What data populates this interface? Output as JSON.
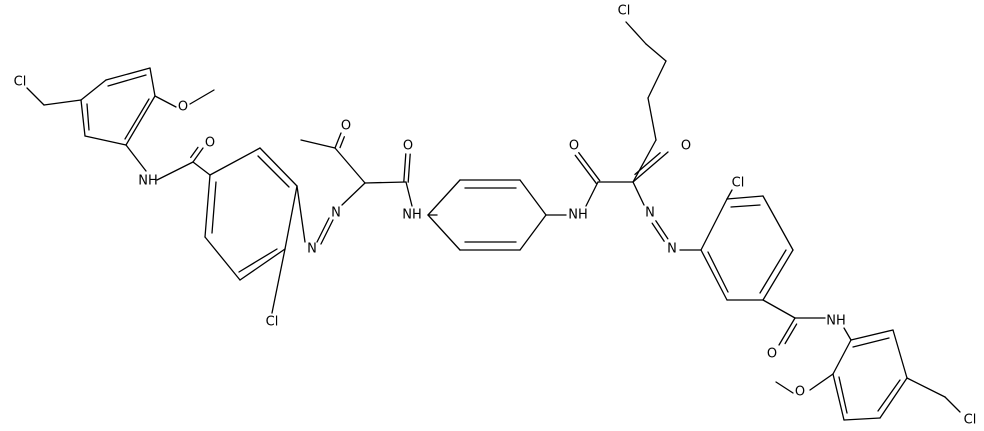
{
  "molecule": {
    "atom_labels": {
      "cl_chloromethyl_left": "Cl",
      "o_methoxy_left": "O",
      "o_amide_left": "O",
      "nh_amide_left": "NH",
      "cl_ring_left": "Cl",
      "n_azo_left": "N",
      "n_azo_left_2": "N",
      "o_acetyl": "O",
      "o_amide_center_left": "O",
      "nh_center_left": "NH",
      "nh_center_right": "NH",
      "o_amide_center_right": "O",
      "o_keto_right": "O",
      "cl_chain": "Cl",
      "n_azo_right": "N",
      "n_azo_right_2": "N",
      "cl_ring_right": "Cl",
      "o_amide_right": "O",
      "nh_amide_right": "NH",
      "o_methoxy_right": "O",
      "cl_chloromethyl_right": "Cl"
    }
  }
}
